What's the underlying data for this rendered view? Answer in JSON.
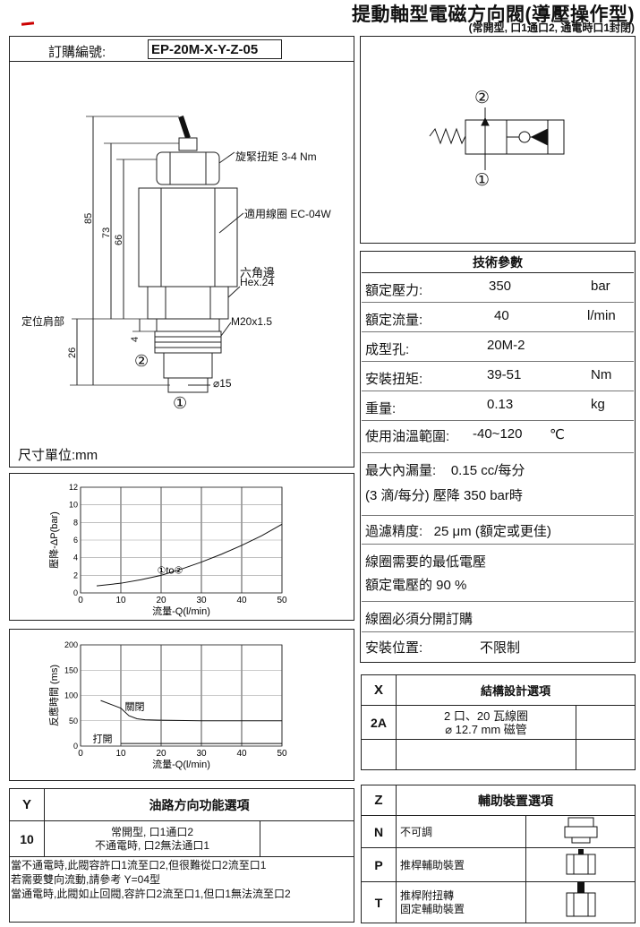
{
  "header": {
    "title": "提動軸型電磁方向閥(導壓操作型)",
    "subtitle": "(常開型, 口1通口2, 通電時口1封閉)"
  },
  "order": {
    "label": "訂購編號:",
    "code": "EP-20M-X-Y-Z-05"
  },
  "drawing": {
    "dim_85": "85",
    "dim_73": "73",
    "dim_66": "66",
    "dim_26": "26",
    "dim_4": "4",
    "torque": "旋緊扭矩 3-4 Nm",
    "coil": "適用線圈 EC-04W",
    "hex_cn": "六角邊",
    "hex_en": "Hex.24",
    "thread": "M20x1.5",
    "shoulder": "定位肩部",
    "port2": "②",
    "port1": "①",
    "dia": "⌀15",
    "unit": "尺寸單位:mm"
  },
  "symbol": {
    "port2": "②",
    "port1": "①"
  },
  "specs": {
    "heading": "技術參數",
    "rated_pressure": {
      "label": "額定壓力:",
      "value": "350",
      "unit": "bar"
    },
    "rated_flow": {
      "label": "額定流量:",
      "value": "40",
      "unit": "l/min"
    },
    "cavity": {
      "label": "成型孔:",
      "value": "20M-2"
    },
    "torque": {
      "label": "安裝扭矩:",
      "value": "39-51",
      "unit": "Nm"
    },
    "weight": {
      "label": "重量:",
      "value": "0.13",
      "unit": "kg"
    },
    "temp": {
      "label": "使用油溫範圍:",
      "value": "-40~120",
      "unit": "℃"
    },
    "leak1": "最大內漏量:    0.15 cc/每分",
    "leak2": "(3 滴/每分) 壓降 350 bar時",
    "filter": "過濾精度:   25 μm (額定或更佳)",
    "coil_v1": "線圈需要的最低電壓",
    "coil_v2": "額定電壓的 90 %",
    "coil_order": "線圈必須分開訂購",
    "mount": {
      "label": "安裝位置:",
      "value": "不限制"
    }
  },
  "chart_data": [
    {
      "type": "line",
      "title": "",
      "xlabel": "流量-Q(l/min)",
      "ylabel": "壓降-ΔP(bar)",
      "xlim": [
        0,
        50
      ],
      "ylim": [
        0,
        12
      ],
      "xticks": [
        "0",
        "10",
        "20",
        "30",
        "40",
        "50"
      ],
      "yticks": [
        "0",
        "2",
        "4",
        "6",
        "8",
        "10",
        "12"
      ],
      "annotation": "①to②",
      "series": [
        {
          "x": [
            4,
            10,
            15,
            20,
            25,
            30,
            35,
            40,
            45,
            50
          ],
          "y": [
            0.8,
            1.1,
            1.5,
            2.0,
            2.7,
            3.5,
            4.4,
            5.4,
            6.5,
            7.8
          ]
        }
      ]
    },
    {
      "type": "line",
      "title": "",
      "xlabel": "流量-Q(l/min)",
      "ylabel": "反應時間 (ms)",
      "xlim": [
        0,
        50
      ],
      "ylim": [
        0,
        200
      ],
      "xticks": [
        "0",
        "10",
        "20",
        "30",
        "40",
        "50"
      ],
      "yticks": [
        "0",
        "50",
        "100",
        "150",
        "200"
      ],
      "annotations": [
        "關閉",
        "打開"
      ],
      "series": [
        {
          "x": [
            5,
            10,
            12,
            14,
            16,
            20,
            30,
            40,
            50
          ],
          "y": [
            90,
            75,
            60,
            54,
            52,
            51,
            50,
            50,
            50
          ]
        },
        {
          "x": [
            10,
            12,
            20,
            30,
            40,
            50
          ],
          "y": [
            5,
            5,
            5,
            5,
            5,
            5
          ]
        }
      ]
    }
  ],
  "x_table": {
    "h1": "X",
    "h2": "結構設計選項",
    "code": "2A",
    "desc1": "2 口、20 瓦線圈",
    "desc2": "⌀ 12.7 mm 磁管"
  },
  "y_table": {
    "h1": "Y",
    "h2": "油路方向功能選項",
    "code": "10",
    "desc1": "常開型, 口1通口2",
    "desc2": "不通電時, 口2無法通口1",
    "note1": "當不通電時,此閥容許口1流至口2,但很難從口2流至口1",
    "note2": "若需要雙向流動,請參考 Y=04型",
    "note3": "當通電時,此閥如止回閥,容許口2流至口1,但口1無法流至口2"
  },
  "z_table": {
    "h1": "Z",
    "h2": "輔助裝置選項",
    "rows": [
      {
        "code": "N",
        "desc": "不可調",
        "desc2": ""
      },
      {
        "code": "P",
        "desc": "推桿輔助裝置",
        "desc2": ""
      },
      {
        "code": "T",
        "desc": "推桿附扭轉",
        "desc2": "固定輔助裝置"
      }
    ]
  }
}
